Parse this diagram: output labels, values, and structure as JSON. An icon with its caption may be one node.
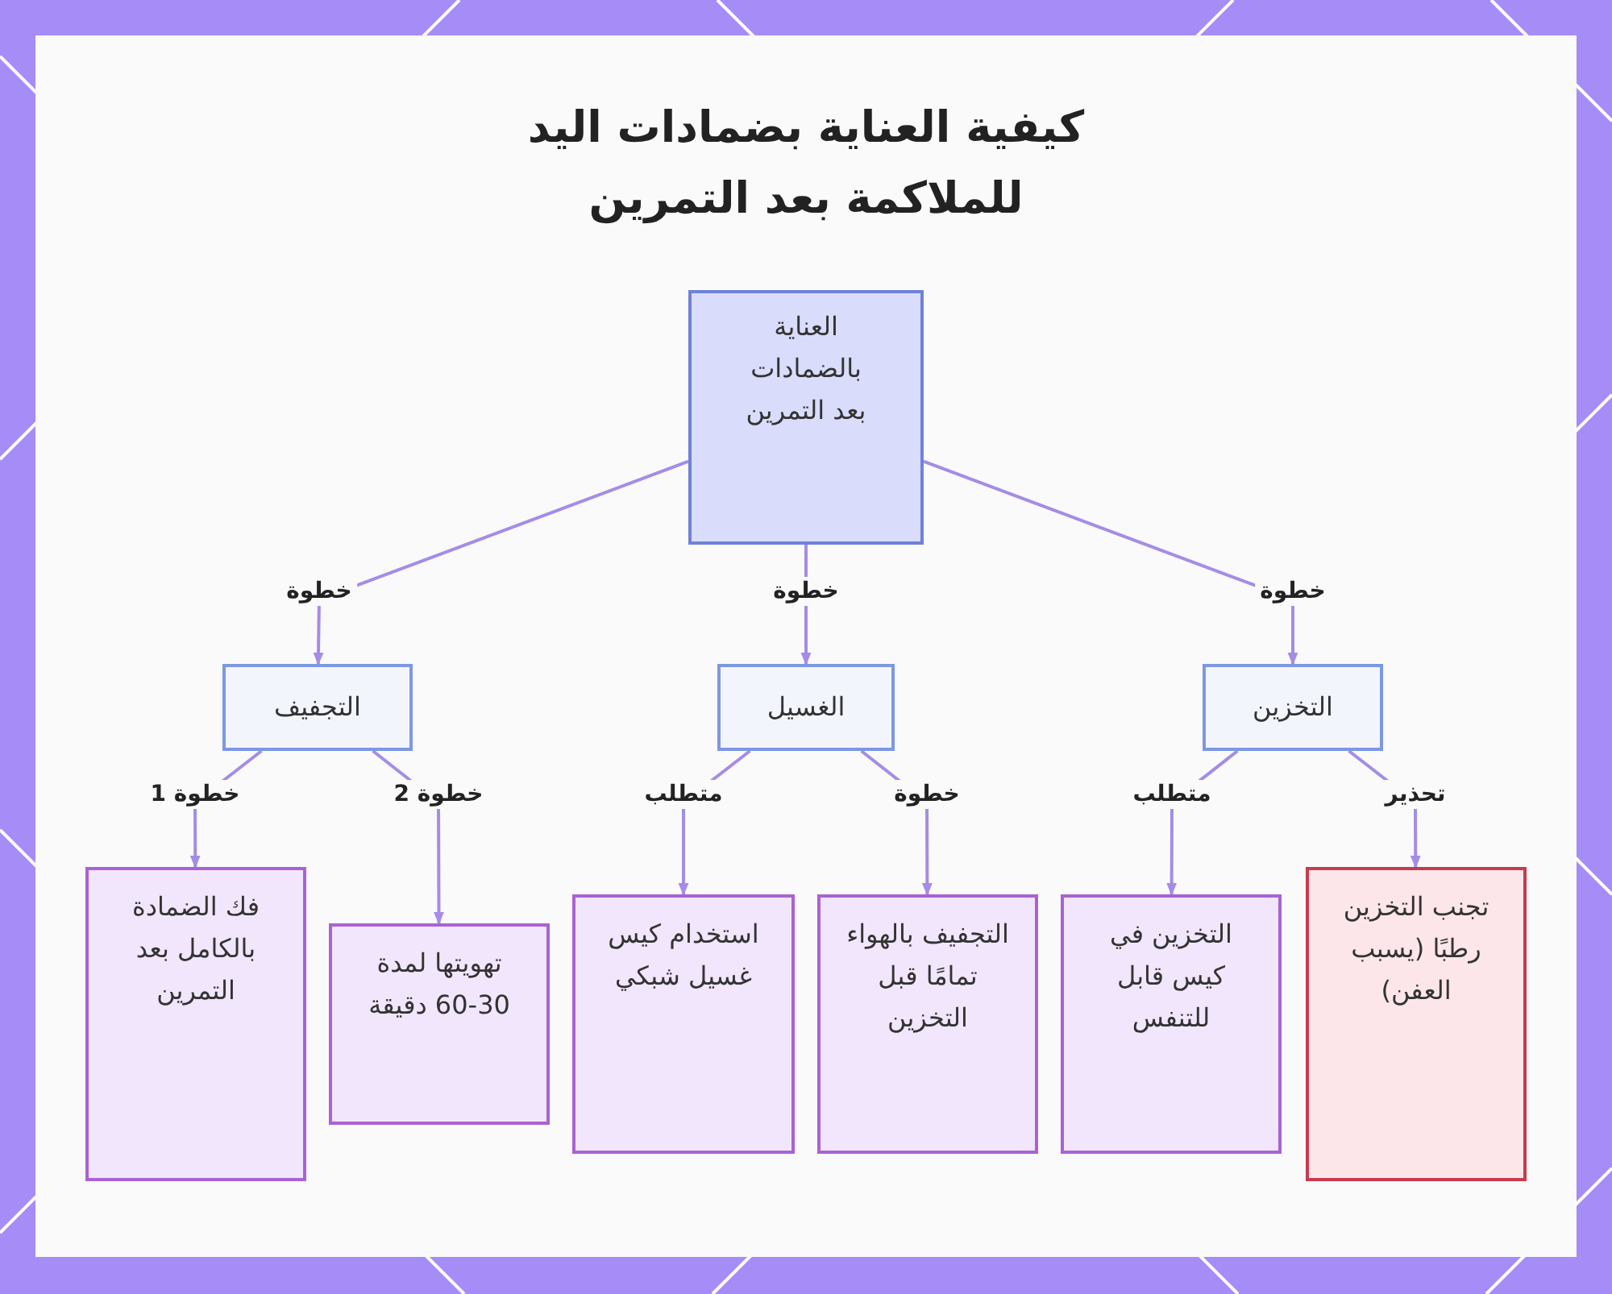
{
  "diagram": {
    "title": "كيفية العناية بضمادات اليد للملاكمة بعد التمرين",
    "nodes": [
      {
        "text": [
          "العناية بالضمادات بعد التمرين"
        ]
      },
      {
        "text": [
          "التجفيف"
        ]
      },
      {
        "text": [
          "الغسيل"
        ]
      },
      {
        "text": [
          "التخزين"
        ]
      },
      {
        "text": [
          "فك الضمادة بالكامل بعد التمرين"
        ]
      },
      {
        "text": [
          "تهويتها لمدة 30-60 دقيقة"
        ]
      },
      {
        "text": [
          "استخدام كيس غسيل شبكي"
        ]
      },
      {
        "text": [
          "التجفيف بالهواء تمامًا قبل التخزين"
        ]
      },
      {
        "text": [
          "التخزين في كيس قابل للتنفس"
        ]
      },
      {
        "text": [
          "تجنب التخزين رطبًا (يسبب العفن)"
        ]
      }
    ],
    "edges": [
      {
        "from": 0,
        "to": 1,
        "arrow": "to",
        "label": "خطوة"
      },
      {
        "from": 0,
        "to": 2,
        "arrow": "to",
        "label": "خطوة"
      },
      {
        "from": 0,
        "to": 3,
        "arrow": "to",
        "label": "خطوة"
      },
      {
        "from": 1,
        "to": 4,
        "arrow": "to",
        "label": "خطوة 1"
      },
      {
        "from": 1,
        "to": 5,
        "arrow": "to",
        "label": "خطوة 2"
      },
      {
        "from": 2,
        "to": 6,
        "arrow": "to",
        "label": "متطلب"
      },
      {
        "from": 2,
        "to": 7,
        "arrow": "to",
        "label": "خطوة"
      },
      {
        "from": 3,
        "to": 8,
        "arrow": "to",
        "label": "متطلب"
      },
      {
        "from": 3,
        "to": 9,
        "arrow": "to",
        "label": "تحذير"
      }
    ]
  }
}
